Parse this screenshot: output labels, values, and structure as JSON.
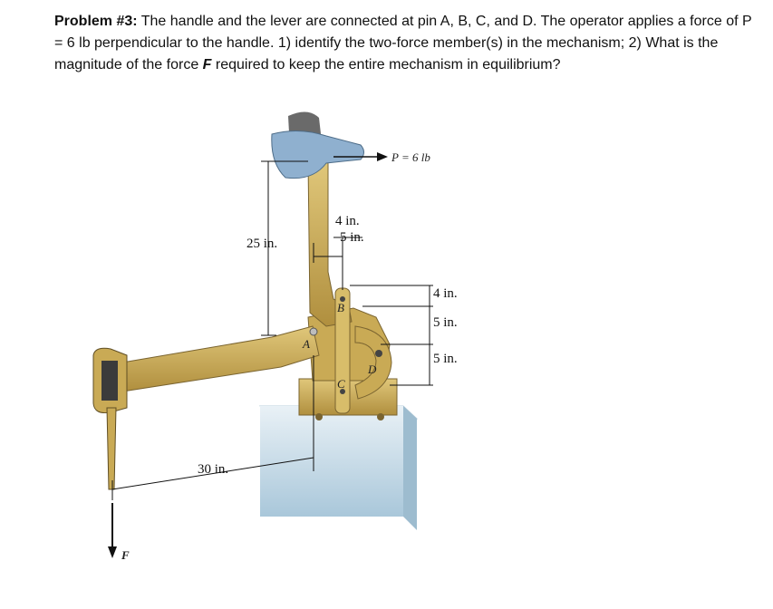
{
  "problem": {
    "heading": "Problem #3:",
    "text_1": " The handle and the lever are connected at pin A, B, C, and D. The operator applies a force of P = 6 lb perpendicular to the handle. 1) identify the two-force member(s) in the mechanism; 2) What is the magnitude of the force ",
    "force_symbol": "F",
    "text_2": " required to keep the entire mechanism in equilibrium?"
  },
  "figure": {
    "force_label": "P = 6 lb",
    "dim_25in": "25 in.",
    "dim_4in_top": "4 in.",
    "dim_5in_top": "5 in.",
    "dim_4in_right": "4 in.",
    "dim_5in_right_1": "5 in.",
    "dim_5in_right_2": "5 in.",
    "dim_30in": "30 in.",
    "pin_a": "A",
    "pin_b": "B",
    "pin_c": "C",
    "pin_d": "D",
    "force_f": "F"
  },
  "colors": {
    "lever": "#c9aa55",
    "lever_dark": "#8d7433",
    "base": "#c7dce8",
    "hand": "#8fb0cf",
    "knob": "#6a6a6a"
  }
}
